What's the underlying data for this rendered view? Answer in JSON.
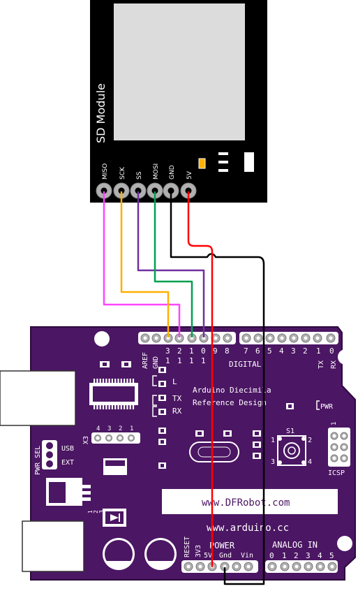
{
  "sd_module": {
    "title": "SD Module",
    "pins": [
      "MISO",
      "SCK",
      "SS",
      "MOSI",
      "GND",
      "5V"
    ]
  },
  "board": {
    "digital_label": "DIGITAL",
    "aref": "AREF",
    "gnd": "GND",
    "digital_top_numbers": [
      "13",
      "12",
      "11",
      "10",
      "9",
      "8",
      "7",
      "6",
      "5",
      "4",
      "3",
      "2",
      "1",
      "0"
    ],
    "digital_pins_visible": [
      "3",
      "2",
      "1",
      "0",
      "9",
      "8",
      "7",
      "6",
      "5",
      "4",
      "3",
      "2",
      "1",
      "0"
    ],
    "tx_rx": [
      "TX",
      "RX"
    ],
    "tens_digits": [
      "1",
      "1",
      "1",
      "1"
    ],
    "led_labels": [
      "L",
      "TX",
      "RX"
    ],
    "pwr_led": "PWR",
    "model_line1": "Arduino Diecimila",
    "model_line2": "Reference Design",
    "s1": "S1",
    "s1_pins": [
      "1",
      "2",
      "3",
      "4"
    ],
    "icsp": "ICSP",
    "icsp_num": "1",
    "x3": "X3",
    "x3_nums": [
      "4",
      "3",
      "2",
      "1"
    ],
    "pwr_sel": "PWR SEL",
    "usb": "USB",
    "ext": "EXT",
    "dfrobot": "www.DFRobot.com",
    "arduino_url": "www.arduino.cc",
    "power": "POWER",
    "reset": "RESET",
    "v33": "3V3",
    "power_pins": [
      "5V",
      "Gnd",
      "Vin"
    ],
    "analog_in": "ANALOG IN",
    "analog_nums": [
      "0",
      "1",
      "2",
      "3",
      "4",
      "5"
    ],
    "reg_nums": [
      "1",
      "2",
      "3"
    ]
  },
  "colors": {
    "board_fill": "#4b1663",
    "silk": "#ffffff",
    "module_fill": "#000000",
    "card": "#dcdcdc",
    "pad": "#b0b0b0",
    "wire_miso": "#ff44ff",
    "wire_sck": "#ffb000",
    "wire_ss": "#7030a0",
    "wire_mosi": "#00a050",
    "wire_gnd": "#000000",
    "wire_5v": "#ff0000"
  },
  "wires": [
    {
      "name": "MISO",
      "from": "MISO",
      "to": "digital 12"
    },
    {
      "name": "SCK",
      "from": "SCK",
      "to": "digital 13"
    },
    {
      "name": "SS",
      "from": "SS",
      "to": "digital 10"
    },
    {
      "name": "MOSI",
      "from": "MOSI",
      "to": "digital 11"
    },
    {
      "name": "GND",
      "from": "GND",
      "to": "power Gnd"
    },
    {
      "name": "5V",
      "from": "5V",
      "to": "power 5V"
    }
  ]
}
